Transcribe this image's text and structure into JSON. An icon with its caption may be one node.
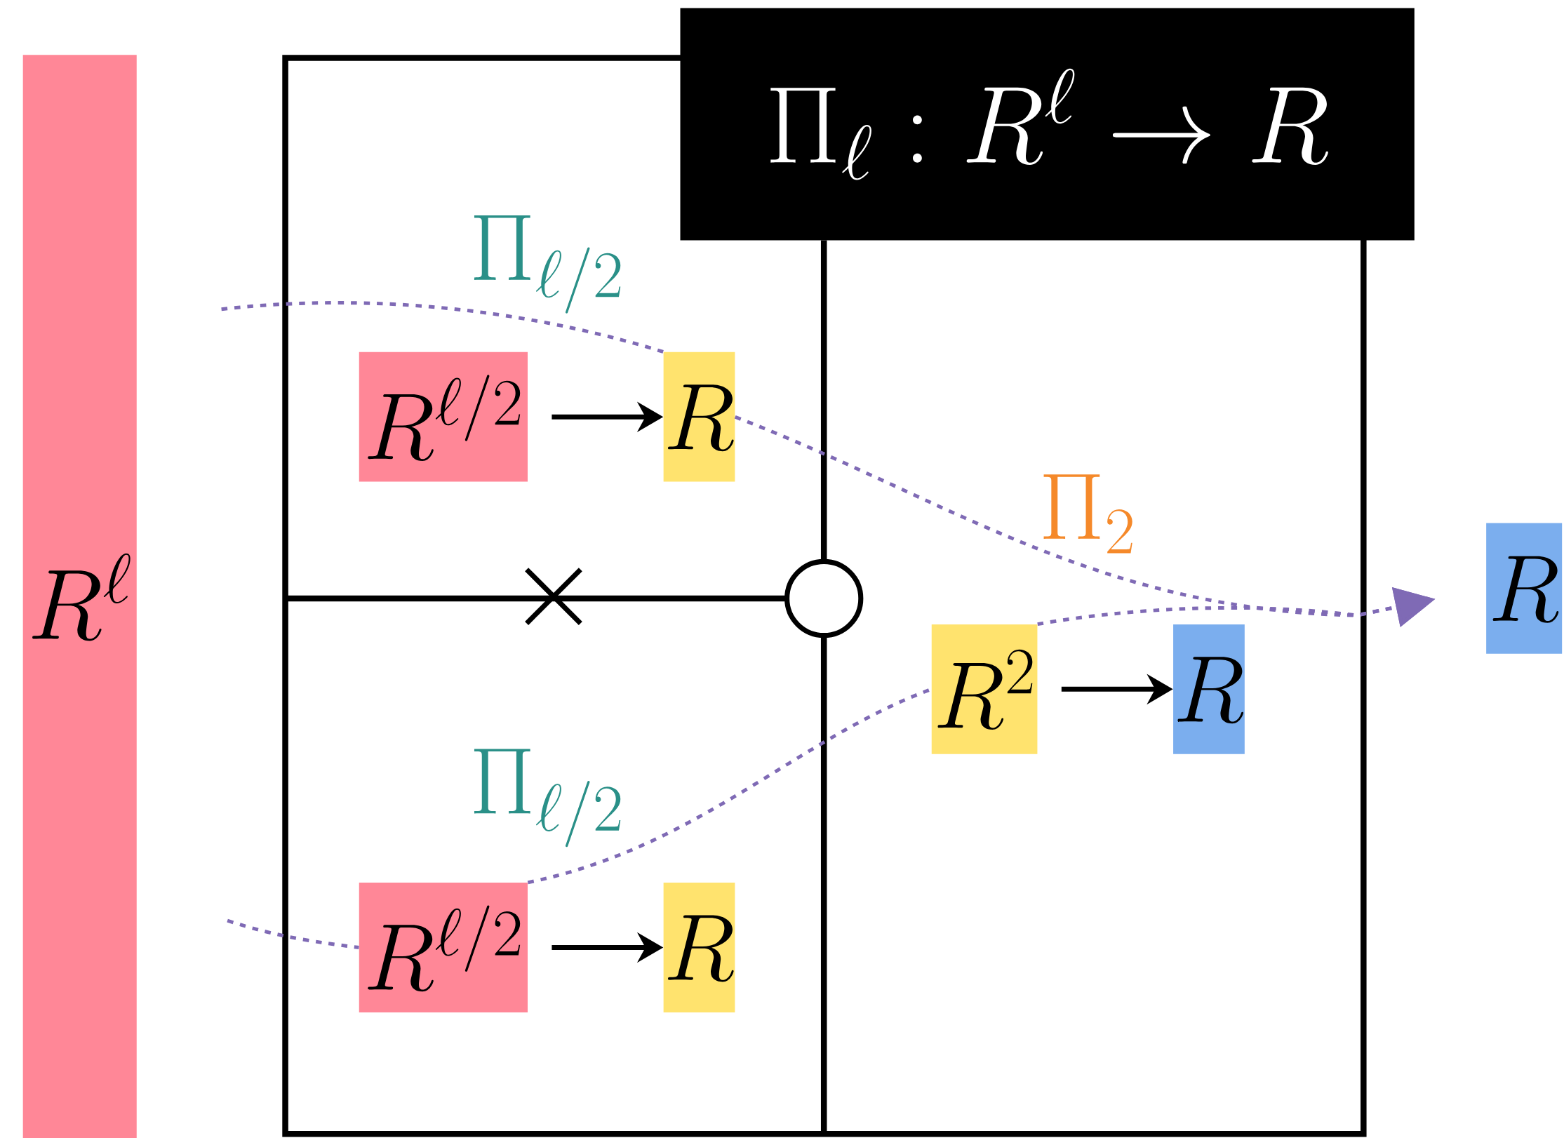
{
  "diagram": {
    "nodes": [
      {
        "text": [
          "R^{\\ell}"
        ]
      },
      {
        "text": [
          "\\Pi_{\\ell} : R^{\\ell} \\to R"
        ]
      },
      {
        "text": [
          "R^{\\ell/2}"
        ],
        "in": 1
      },
      {
        "text": [
          "R"
        ],
        "in": 1
      },
      {
        "text": [
          "R^{\\ell/2}"
        ],
        "in": 1
      },
      {
        "text": [
          "R"
        ],
        "in": 1
      },
      {
        "text": [
          "R^{2}"
        ],
        "in": 1
      },
      {
        "text": [
          "R"
        ],
        "in": 1
      },
      {
        "text": [
          "R"
        ]
      }
    ],
    "edges": [
      {
        "from": 2,
        "to": 3,
        "arrow": "to",
        "color": "#000000"
      },
      {
        "from": 4,
        "to": 5,
        "arrow": "to",
        "color": "#000000"
      },
      {
        "from": 6,
        "to": 7,
        "arrow": "to",
        "color": "#000000"
      },
      {
        "from": null,
        "to": 3,
        "arrow": "none",
        "style": "dashed",
        "color": "#7f6ab5"
      },
      {
        "from": 3,
        "to": 8,
        "arrow": "to",
        "style": "dashed",
        "color": "#7f6ab5"
      },
      {
        "from": null,
        "to": 4,
        "arrow": "none",
        "style": "dashed",
        "color": "#7f6ab5"
      },
      {
        "from": 4,
        "to": 6,
        "arrow": "none",
        "style": "dashed",
        "color": "#7f6ab5"
      },
      {
        "from": 6,
        "to": 8,
        "arrow": "to",
        "style": "dashed",
        "color": "#7f6ab5"
      }
    ],
    "labels": [
      "\\Pi_{\\ell/2}",
      "\\Pi_{2}",
      "\\Pi_{\\ell/2}"
    ]
  }
}
